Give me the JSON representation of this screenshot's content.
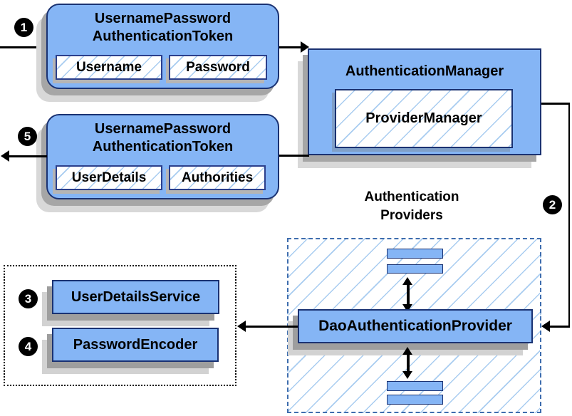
{
  "colors": {
    "box_fill": "#85B5F5",
    "box_border": "#1A3272",
    "field_border": "#2B3F8C",
    "hatch_line": "#A8CCF0",
    "dashed_border": "#3E6DAE",
    "dotted_border": "#000000",
    "shadow_dark": "#A6A6A6",
    "shadow_light": "#D8D8D8",
    "connector": "#000000",
    "badge_bg": "#000000",
    "badge_text": "#FFFFFF"
  },
  "request_token": {
    "title_line1": "UsernamePassword",
    "title_line2": "AuthenticationToken",
    "field1": "Username",
    "field2": "Password"
  },
  "authentication_manager": {
    "title": "AuthenticationManager",
    "inner_label": "ProviderManager"
  },
  "response_token": {
    "title_line1": "UsernamePassword",
    "title_line2": "AuthenticationToken",
    "field1": "UserDetails",
    "field2": "Authorities"
  },
  "providers": {
    "label_line1": "Authentication",
    "label_line2": "Providers",
    "dao_label": "DaoAuthenticationProvider"
  },
  "services": {
    "user_details_service": "UserDetailsService",
    "password_encoder": "PasswordEncoder"
  },
  "steps": {
    "step1": "1",
    "step2": "2",
    "step3": "3",
    "step4": "4",
    "step5": "5"
  }
}
